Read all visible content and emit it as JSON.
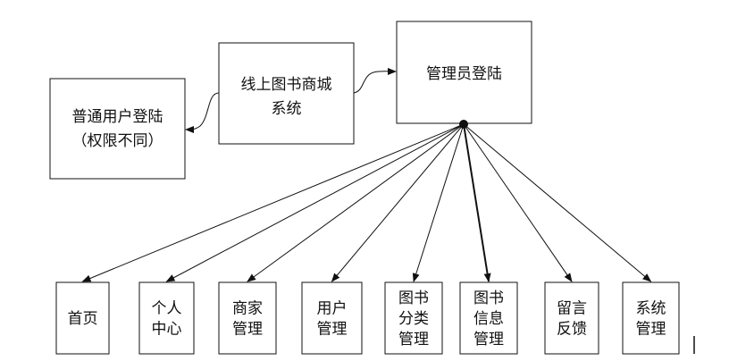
{
  "diagram": {
    "center": {
      "line1": "线上图书商城",
      "line2": "系统"
    },
    "admin": {
      "label": "管理员登陆"
    },
    "user": {
      "line1": "普通用户登陆",
      "line2": "（权限不同）"
    },
    "modules": [
      {
        "id": "home",
        "lines": [
          "首页"
        ]
      },
      {
        "id": "personal-center",
        "lines": [
          "个人",
          "中心"
        ]
      },
      {
        "id": "merchant-management",
        "lines": [
          "商家",
          "管理"
        ]
      },
      {
        "id": "user-management",
        "lines": [
          "用户",
          "管理"
        ]
      },
      {
        "id": "book-category-management",
        "lines": [
          "图书",
          "分类",
          "管理"
        ]
      },
      {
        "id": "book-info-management",
        "lines": [
          "图书",
          "信息",
          "管理"
        ]
      },
      {
        "id": "feedback",
        "lines": [
          "留言",
          "反馈"
        ]
      },
      {
        "id": "system-management",
        "lines": [
          "系统",
          "管理"
        ]
      }
    ]
  }
}
